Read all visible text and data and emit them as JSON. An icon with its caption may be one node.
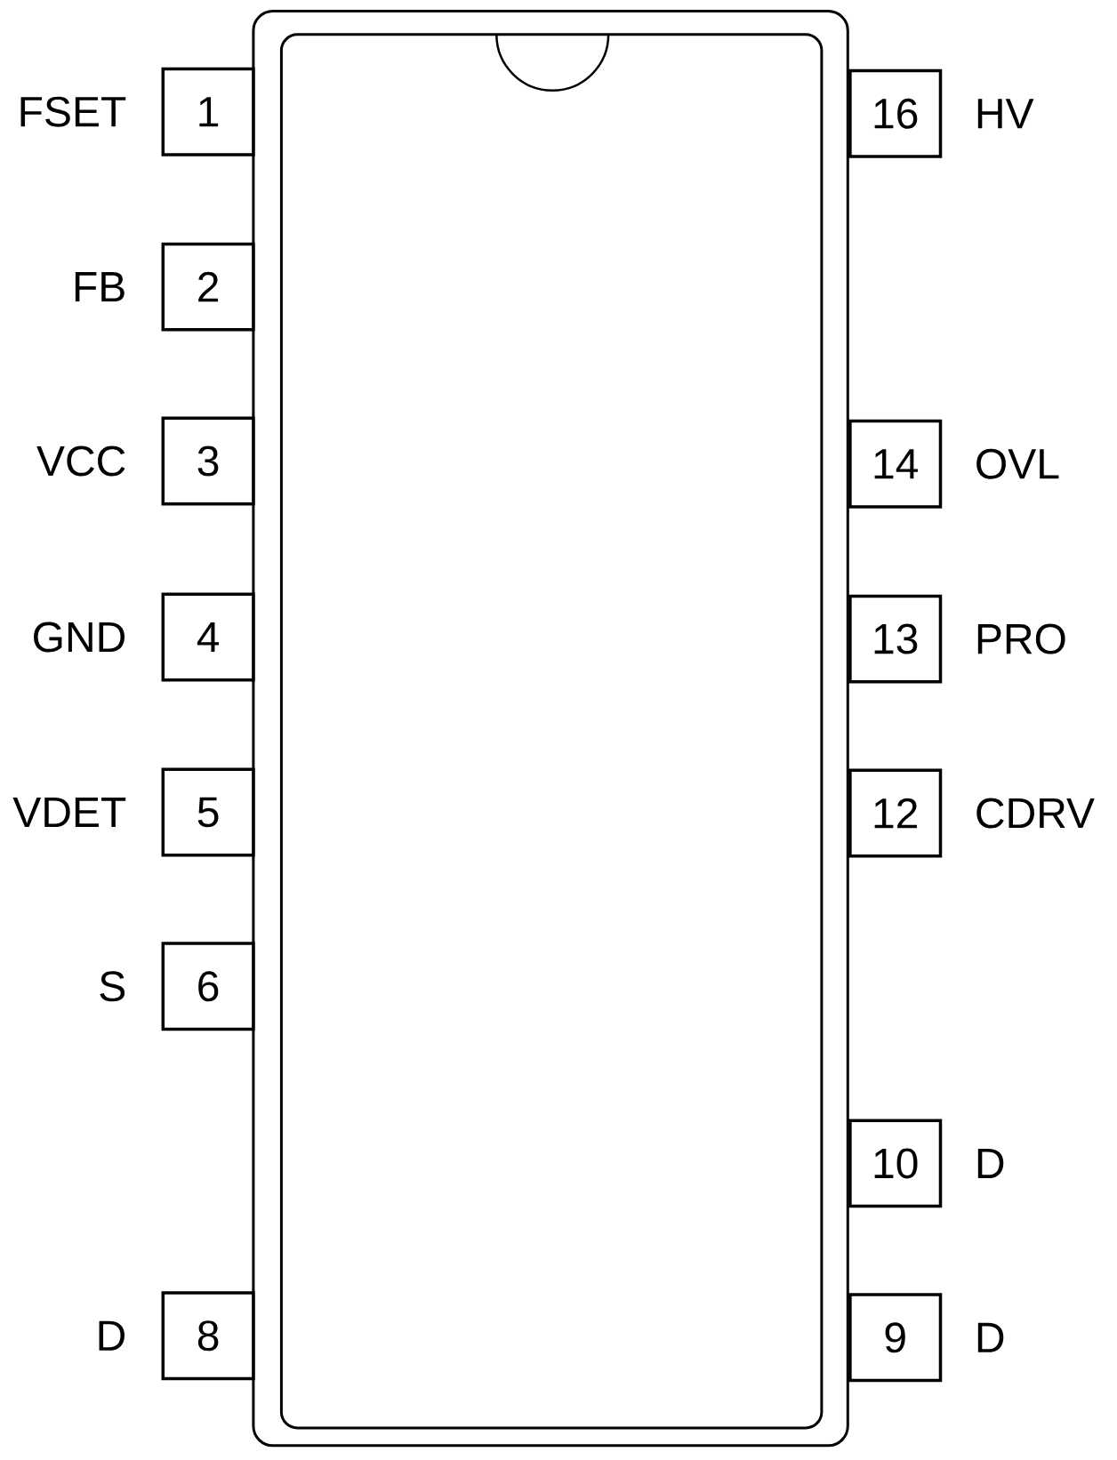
{
  "diagram": {
    "nodes": [
      {
        "text": [
          "1"
        ],
        "beside": [
          "FSET"
        ]
      },
      {
        "text": [
          "2"
        ],
        "beside": [
          "FB"
        ]
      },
      {
        "text": [
          "3"
        ],
        "beside": [
          "VCC"
        ]
      },
      {
        "text": [
          "4"
        ],
        "beside": [
          "GND"
        ]
      },
      {
        "text": [
          "5"
        ],
        "beside": [
          "VDET"
        ]
      },
      {
        "text": [
          "6"
        ],
        "beside": [
          "S"
        ]
      },
      {
        "text": [
          "8"
        ],
        "beside": [
          "D"
        ]
      },
      {
        "text": [
          "16"
        ],
        "beside": [
          "HV"
        ]
      },
      {
        "text": [
          "14"
        ],
        "beside": [
          "OVL"
        ]
      },
      {
        "text": [
          "13"
        ],
        "beside": [
          "PRO"
        ]
      },
      {
        "text": [
          "12"
        ],
        "beside": [
          "CDRV"
        ]
      },
      {
        "text": [
          "10"
        ],
        "beside": [
          "D"
        ]
      },
      {
        "text": [
          "9"
        ],
        "beside": [
          "D"
        ]
      }
    ]
  }
}
